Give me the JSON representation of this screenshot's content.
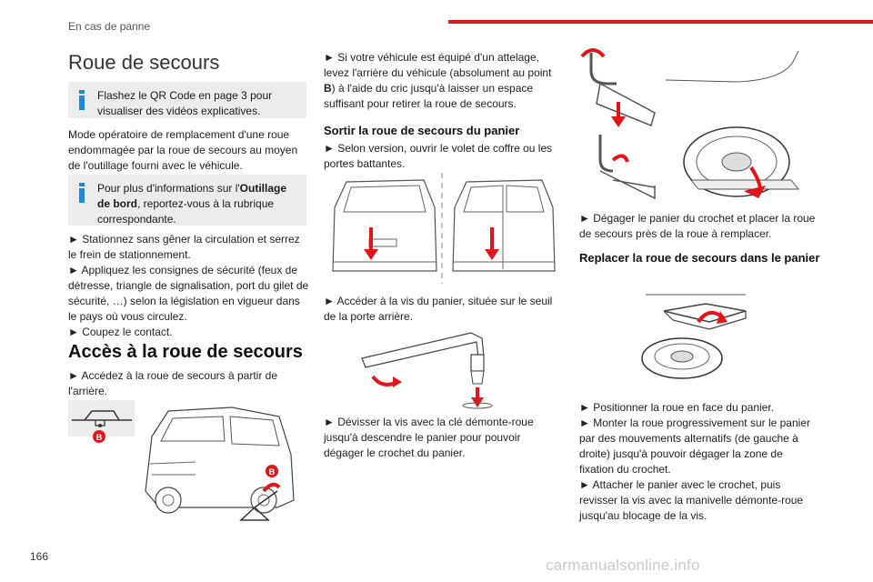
{
  "header": {
    "section": "En cas de panne",
    "accent": "#e3151b"
  },
  "page_number": "166",
  "watermark": "carmanualsonline.info",
  "col1": {
    "title": "Roue de secours",
    "note1": "Flashez le QR Code en page 3 pour visualiser des vidéos explicatives.",
    "intro": "Mode opératoire de remplacement d'une roue endommagée par la roue de secours au moyen de l'outillage fourni avec le véhicule.",
    "note2_pre": "Pour plus d'informations sur l'",
    "note2_bold": "Outillage de bord",
    "note2_post": ", reportez-vous à la rubrique correspondante.",
    "steps": [
      "► Stationnez sans gêner la circulation et serrez le frein de stationnement.",
      "► Appliquez les consignes de sécurité (feux de détresse, triangle de signalisation, port du gilet de sécurité, …) selon la législation en vigueur dans le pays où vous circulez.",
      "► Coupez le contact."
    ],
    "h2": "Accès à la roue de secours",
    "access": "► Accédez à la roue de secours à partir de l'arrière.",
    "label_b1": "B",
    "label_b2": "B"
  },
  "col2": {
    "p1_pre": "► Si votre véhicule est équipé d'un attelage, levez l'arrière du véhicule (absolument au point ",
    "p1_bold": "B",
    "p1_post": ") à l'aide du cric jusqu'à laisser un espace suffisant pour retirer la roue de secours.",
    "h3": "Sortir la roue de secours du panier",
    "p2": "► Selon version, ouvrir le volet de coffre ou les portes battantes.",
    "p3": "► Accéder à la vis du panier, située sur le seuil de la porte arrière.",
    "p4": "► Dévisser la vis avec la clé démonte-roue jusqu'à descendre le panier pour pouvoir dégager le crochet du panier."
  },
  "col3": {
    "p1": "► Dégager le panier du crochet et placer la roue de secours près de la roue à remplacer.",
    "h3": "Replacer la roue de secours dans le panier",
    "steps": [
      "► Positionner la roue en face du panier.",
      "► Monter la roue progressivement sur le panier par des mouvements alternatifs (de gauche à droite) jusqu'à pouvoir dégager la zone de fixation du crochet.",
      "► Attacher le panier avec le crochet, puis revisser la vis avec la manivelle démonte-roue jusqu'au blocage de la vis."
    ]
  },
  "colors": {
    "red": "#e3151b",
    "note_bg": "#ececec",
    "info_blue": "#1e88d6"
  }
}
